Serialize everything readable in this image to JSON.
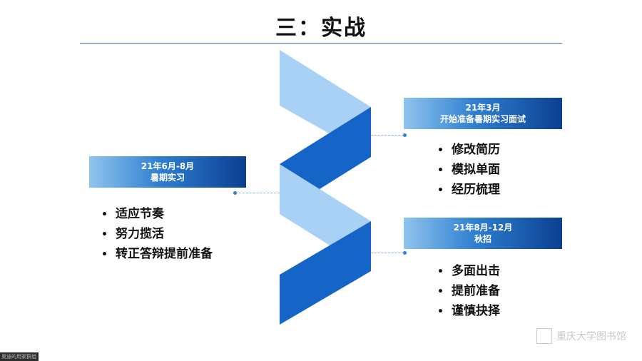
{
  "title": "三：实战",
  "timeline": {
    "left": {
      "date": "21年6月-8月",
      "label": "暑期实习",
      "items": [
        "适应节奏",
        "努力揽活",
        "转正答辩提前准备"
      ]
    },
    "right_top": {
      "date": "21年3月",
      "label": "开始准备暑期实习面试",
      "items": [
        "修改简历",
        "模拟单面",
        "经历梳理"
      ]
    },
    "right_bottom": {
      "date": "21年8月-12月",
      "label": "秋招",
      "items": [
        "多面出击",
        "提前准备",
        "谨慎抉择"
      ]
    }
  },
  "watermark": "重庆大学图书馆",
  "corner_label": "奥迪的用家群组",
  "colors": {
    "light_blue": "#a9d0f5",
    "dark_blue": "#1565c8",
    "box_dark": "#0b3f91"
  }
}
